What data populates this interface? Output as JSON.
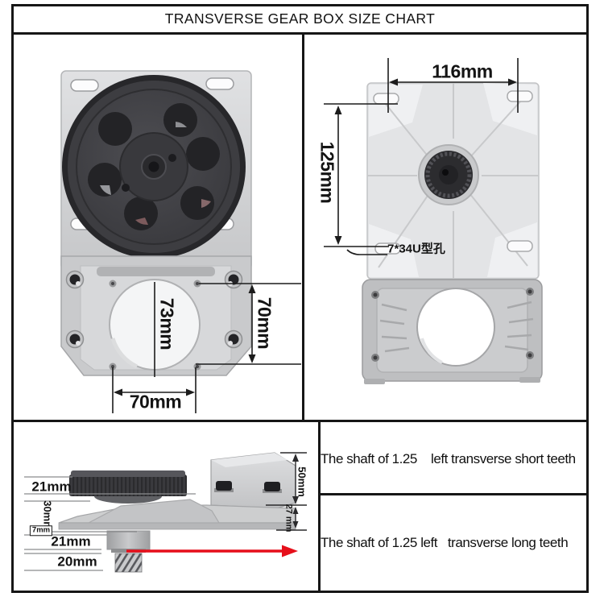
{
  "title": "TRANSVERSE GEAR BOX SIZE CHART",
  "front_view": {
    "bore_diameter": "73mm",
    "hole_spacing_vertical": "70mm",
    "hole_spacing_horizontal": "70mm"
  },
  "top_view": {
    "hole_span_width": "116mm",
    "plate_length": "125mm",
    "slot_note": "7*34U型孔"
  },
  "side_view": {
    "gear_thickness": "21mm",
    "cone_height": "30mm",
    "plate_thickness": "7mm",
    "hub_height": "21mm",
    "shaft_length": "20mm",
    "housing_height": "50mm",
    "base_height": "27 mm"
  },
  "specs": [
    {
      "label": "The shaft of 1.25    left transverse short teeth"
    },
    {
      "label": "The shaft of 1.25 left   transverse long teeth"
    }
  ],
  "colors": {
    "border": "#161616",
    "dimension_text": "#141414",
    "red_arrow": "#e60f1a",
    "metal_light": "#e2e3e5",
    "metal_mid": "#c7c8ca",
    "wheel_dark": "#3a3a3e"
  }
}
